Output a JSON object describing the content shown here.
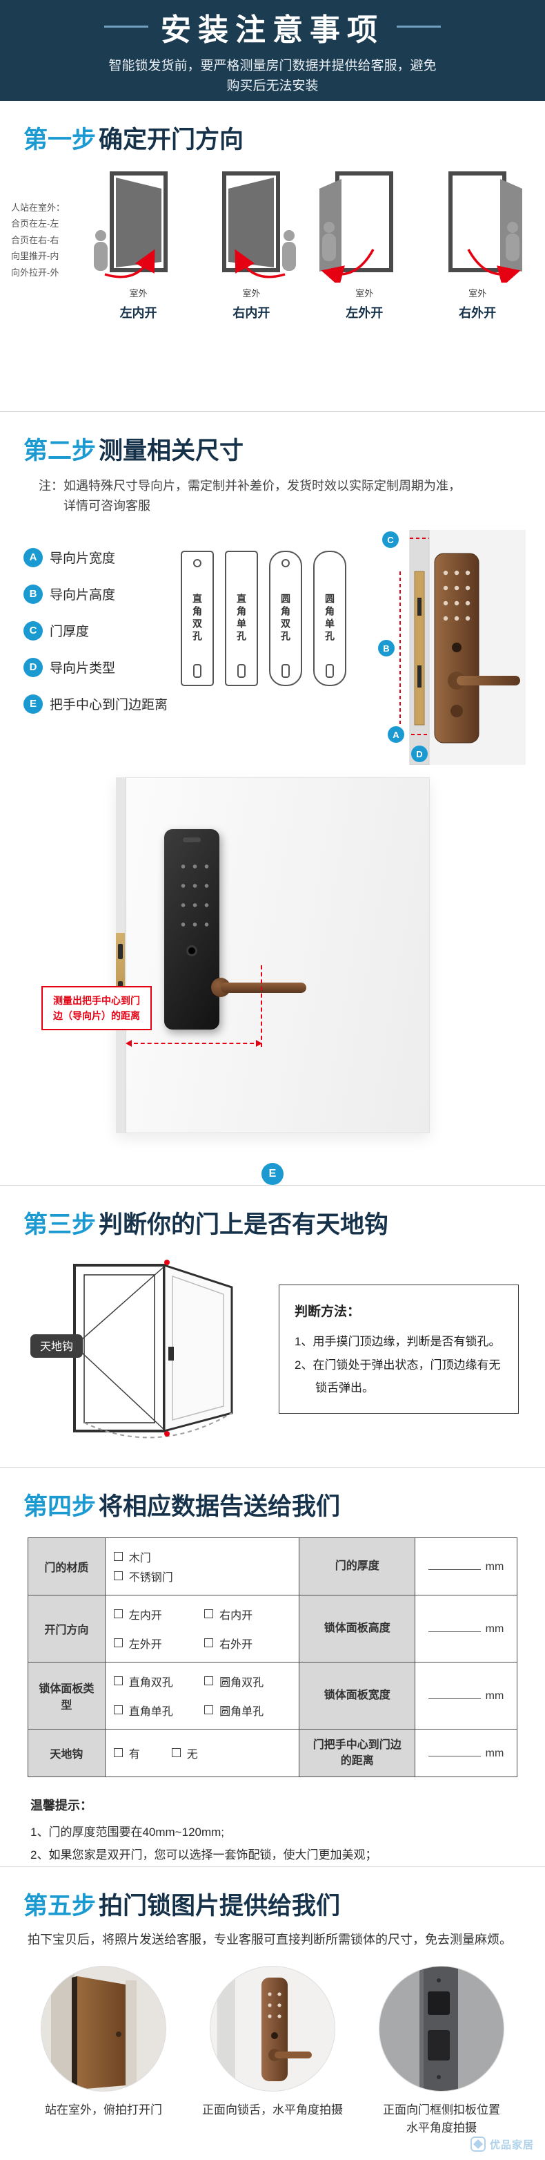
{
  "colors": {
    "accent": "#1b9ad2",
    "navy": "#1c3c52",
    "red": "#e50012"
  },
  "header": {
    "title": "安装注意事项",
    "subtitle1": "智能锁发货前，要严格测量房门数据并提供给客服，避免",
    "subtitle2": "购买后无法安装"
  },
  "step1": {
    "step": "第一步",
    "title": "确定开门方向",
    "note_title": "人站在室外：",
    "note1": "合页在左-左",
    "note2": "合页在右-右",
    "note3": "向里推开-内",
    "note4": "向外拉开-外",
    "outside": "室外",
    "doors": [
      {
        "label": "左内开"
      },
      {
        "label": "右内开"
      },
      {
        "label": "左外开"
      },
      {
        "label": "右外开"
      }
    ]
  },
  "step2": {
    "step": "第二步",
    "title": "测量相关尺寸",
    "note1": "注：如遇特殊尺寸导向片，需定制并补差价，发货时效以实际定制周期为准，",
    "note2": "详情可咨询客服",
    "items": [
      {
        "badge": "A",
        "label": "导向片宽度"
      },
      {
        "badge": "B",
        "label": "导向片高度"
      },
      {
        "badge": "C",
        "label": "门厚度"
      },
      {
        "badge": "D",
        "label": "导向片类型"
      },
      {
        "badge": "E",
        "label": "把手中心到门边距离"
      }
    ],
    "plates": [
      {
        "label": "直角双孔"
      },
      {
        "label": "直角单孔"
      },
      {
        "label": "圆角双孔"
      },
      {
        "label": "圆角单孔"
      }
    ],
    "lock_badges": {
      "a": "A",
      "b": "B",
      "c": "C",
      "d": "D"
    },
    "annotation1": "测量出把手中心到门",
    "annotation2": "边（导向片）的距离",
    "big_badge": "E"
  },
  "step3": {
    "step": "第三步",
    "title": "判断你的门上是否有天地钩",
    "hook_label": "天地钩",
    "box_title": "判断方法：",
    "line1": "1、用手摸门顶边缘，判断是否有锁孔。",
    "line2": "2、在门锁处于弹出状态，门顶边缘有无",
    "line2b": "锁舌弹出。"
  },
  "step4": {
    "step": "第四步",
    "title": "将相应数据告送给我们",
    "rows": [
      {
        "header": "门的材质",
        "opt1": "木门",
        "opt2": "不锈钢门",
        "right": "门的厚度",
        "unit": "mm"
      },
      {
        "header": "开门方向",
        "opt1": "左内开",
        "opt2": "右内开",
        "opt3": "左外开",
        "opt4": "右外开",
        "right": "锁体面板高度",
        "unit": "mm"
      },
      {
        "header": "锁体面板类型",
        "opt1": "直角双孔",
        "opt2": "圆角双孔",
        "opt3": "直角单孔",
        "opt4": "圆角单孔",
        "right": "锁体面板宽度",
        "unit": "mm"
      },
      {
        "header": "天地钩",
        "opt1": "有",
        "opt2": "无",
        "right": "门把手中心到门边的距离",
        "unit": "mm"
      }
    ],
    "tips_title": "温馨提示：",
    "tip1": "1、门的厚度范围要在40mm~120mm;",
    "tip2": "2、如果您家是双开门，您可以选择一套饰配锁，使大门更加美观；"
  },
  "step5": {
    "step": "第五步",
    "title": "拍门锁图片提供给我们",
    "desc": "拍下宝贝后，将照片发送给客服，专业客服可直接判断所需锁体的尺寸，免去测量麻烦。",
    "photos": [
      {
        "caption": "站在室外，俯拍打开门"
      },
      {
        "caption": "正面向锁舌，水平角度拍摄"
      },
      {
        "caption": "正面向门框侧扣板位置",
        "caption2": "水平角度拍摄"
      }
    ]
  },
  "watermark": {
    "text": "优品家居"
  }
}
